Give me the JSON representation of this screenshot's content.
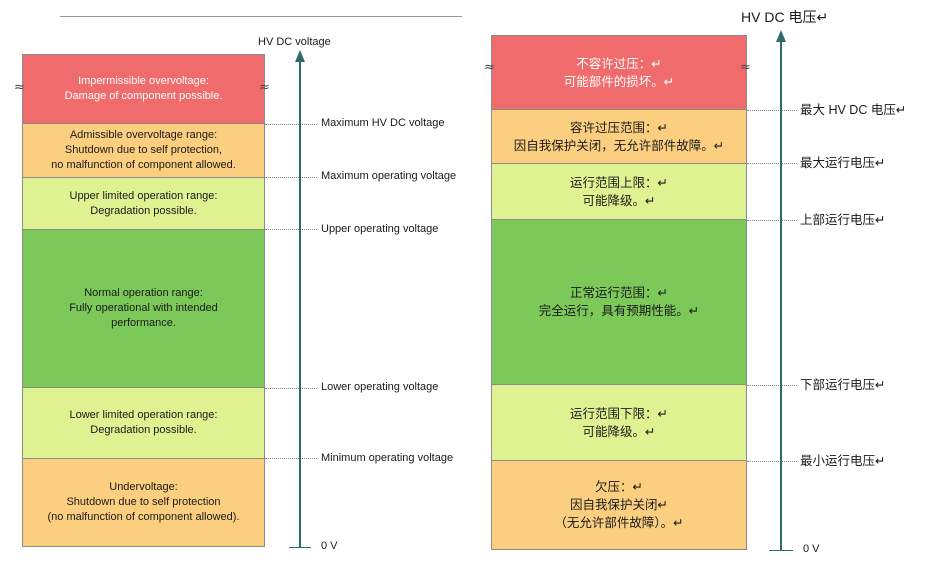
{
  "english": {
    "axis_title": "HV DC voltage",
    "zero_label": "0 V",
    "zones": [
      {
        "text": "Impermissible overvoltage:\nDamage of component possible."
      },
      {
        "text": "Admissible overvoltage range:\nShutdown due to self protection,\nno malfunction of component allowed."
      },
      {
        "text": "Upper limited operation range:\nDegradation possible."
      },
      {
        "text": "Normal operation range:\nFully operational with intended\nperformance."
      },
      {
        "text": "Lower limited operation range:\nDegradation possible."
      },
      {
        "text": "Undervoltage:\nShutdown due to self protection\n(no malfunction of component allowed)."
      }
    ],
    "levels": [
      {
        "label": "Maximum HV DC voltage"
      },
      {
        "label": "Maximum operating voltage"
      },
      {
        "label": "Upper operating voltage"
      },
      {
        "label": "Lower operating voltage"
      },
      {
        "label": "Minimum operating voltage"
      }
    ]
  },
  "chinese": {
    "axis_title": "HV DC 电压↵",
    "zero_label": "0 V",
    "zones": [
      {
        "text": "不容许过压：↵\n可能部件的损坏。↵"
      },
      {
        "text": "容许过压范围：↵\n因自我保护关闭，无允许部件故障。↵"
      },
      {
        "text": "运行范围上限：↵\n可能降级。↵"
      },
      {
        "text": "正常运行范围：↵\n完全运行，具有预期性能。↵"
      },
      {
        "text": "运行范围下限：↵\n可能降级。↵"
      },
      {
        "text": "欠压：↵\n因自我保护关闭↵\n（无允许部件故障）。↵"
      }
    ],
    "levels": [
      {
        "label": "最大 HV DC 电压↵"
      },
      {
        "label": "最大运行电压↵"
      },
      {
        "label": "上部运行电压↵"
      },
      {
        "label": "下部运行电压↵"
      },
      {
        "label": "最小运行电压↵"
      }
    ]
  },
  "colors": {
    "red": "#f06b6b",
    "orange": "#fbcf7f",
    "lime": "#dff291",
    "green": "#7cc95a",
    "axis": "#2e6b6b"
  }
}
